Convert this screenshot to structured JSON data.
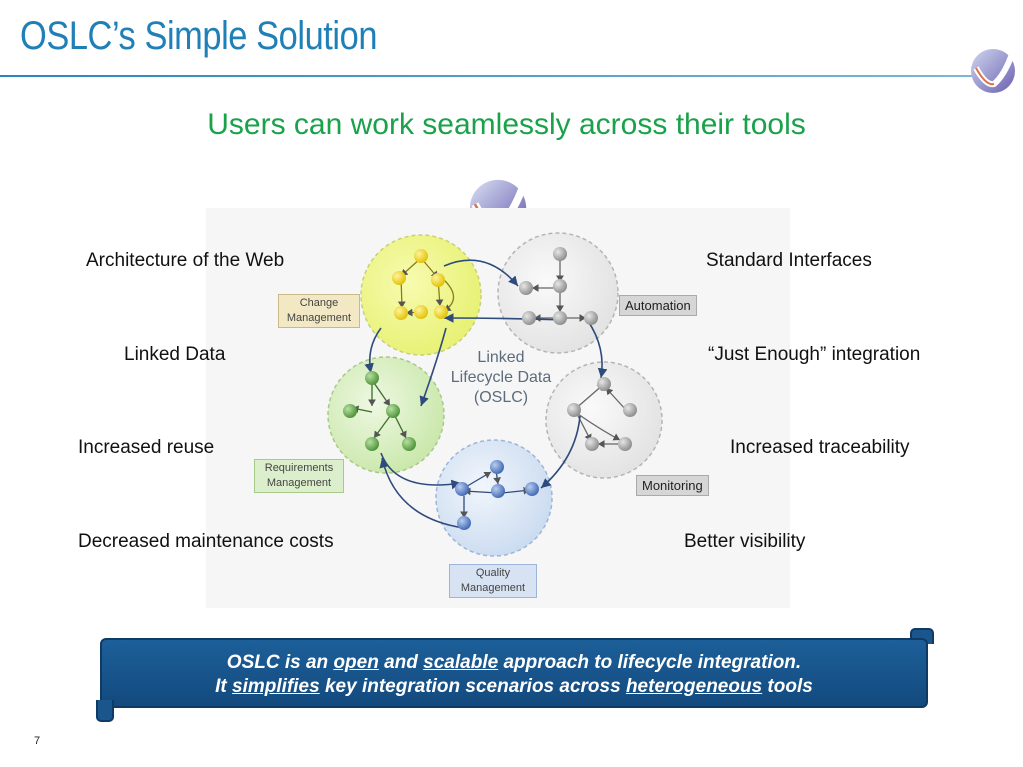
{
  "slide": {
    "title": "OSLC’s Simple Solution",
    "subtitle": "Users can work seamlessly across their tools",
    "page_number": "7"
  },
  "logo": {
    "name": "oslc-logo"
  },
  "diagram": {
    "center_text_lines": [
      "Linked",
      "Lifecycle Data",
      "(OSLC)"
    ],
    "domains": [
      {
        "label_lines": [
          "Change",
          "Management"
        ],
        "color": "#e2ef6e"
      },
      {
        "label_lines": [
          "Requirements",
          "Management"
        ],
        "color": "#c9e8a9"
      },
      {
        "label_lines": [
          "Quality",
          "Management"
        ],
        "color": "#c7d8ee"
      },
      {
        "label_lines": [],
        "color": "#e4e4e4"
      },
      {
        "label_lines": [],
        "color": "#e4e4e4"
      }
    ],
    "tags": {
      "automation": "Automation",
      "monitoring": "Monitoring"
    },
    "node_colors": {
      "yellow": "#f2d200",
      "green": "#5fa648",
      "blue": "#4f79c4",
      "gray": "#999999"
    }
  },
  "benefits": {
    "left": [
      "Architecture of the Web",
      "Linked Data",
      "Increased reuse",
      "Decreased maintenance costs"
    ],
    "right": [
      "Standard Interfaces",
      "“Just Enough” integration",
      "Increased traceability",
      "Better visibility"
    ]
  },
  "banner": {
    "line1": {
      "pre": "OSLC is an ",
      "u1": "open",
      "mid": " and ",
      "u2": "scalable",
      "post": " approach to lifecycle integration."
    },
    "line2": {
      "pre": "It ",
      "u1": "simplifies",
      "mid": " key integration scenarios across ",
      "u2": "heterogeneous",
      "post": " tools"
    }
  },
  "colors": {
    "title": "#1f7fb7",
    "subtitle": "#1aa24b",
    "banner_bg": "#1d5f99"
  }
}
